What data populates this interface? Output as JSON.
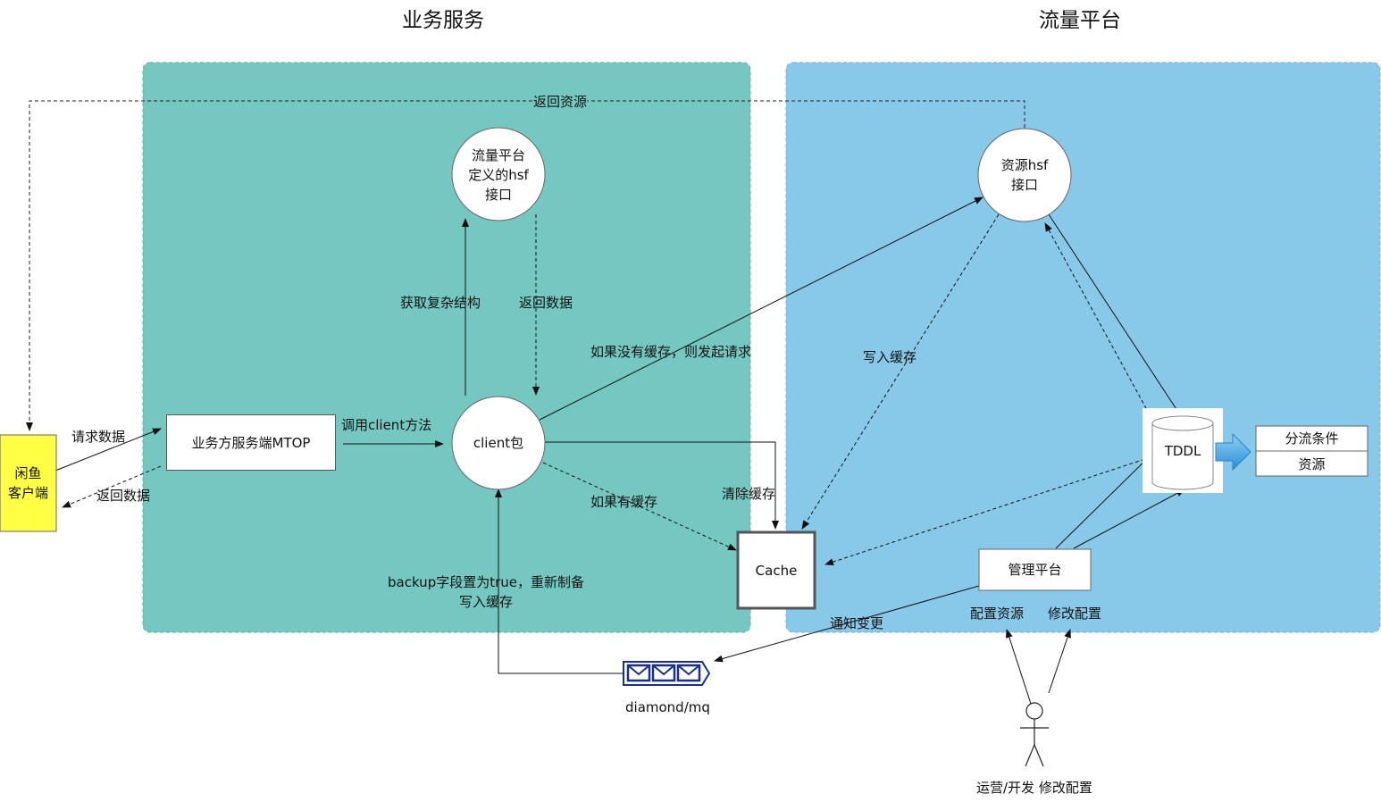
{
  "titles": {
    "business": "业务服务",
    "traffic": "流量平台"
  },
  "nodes": {
    "client_app": [
      "闲鱼",
      "客户端"
    ],
    "mtop": "业务方服务端MTOP",
    "client_pkg": "client包",
    "hsf_defined": [
      "流量平台",
      "定义的hsf",
      "接口"
    ],
    "resource_hsf": [
      "资源hsf",
      "接口"
    ],
    "cache": "Cache",
    "tddl": "TDDL",
    "admin": "管理平台",
    "mq": "diamond/mq",
    "actor": "运营/开发 修改配置"
  },
  "table": {
    "rows": [
      "分流条件",
      "资源"
    ]
  },
  "edges": {
    "return_resource": "返回资源",
    "request_data": "请求数据",
    "return_data_left": "返回数据",
    "call_client": "调用client方法",
    "get_complex": "获取复杂结构",
    "return_data_top": "返回数据",
    "no_cache": "如果没有缓存，则发起请求",
    "has_cache": "如果有缓存",
    "clear_cache": "清除缓存",
    "write_cache_right": "写入缓存",
    "backup": [
      "backup字段置为true，重新制备",
      "写入缓存"
    ],
    "notify_change": "通知变更",
    "config_resource": "配置资源",
    "modify_config": "修改配置"
  },
  "colors": {
    "business_bg": "#74c8c1",
    "traffic_bg": "#88c9e9",
    "client_fill": "#ffff44",
    "mq": "#1a2f8c",
    "arrow_fill": "#3fa0df"
  }
}
